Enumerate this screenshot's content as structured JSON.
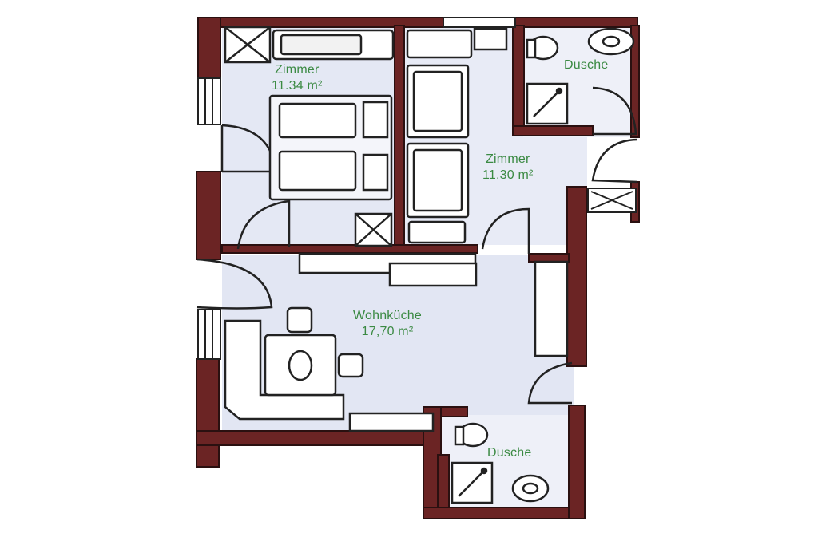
{
  "rooms": [
    {
      "name": "Zimmer",
      "area": "11.34 m²"
    },
    {
      "name": "Dusche"
    },
    {
      "name": "Zimmer",
      "area": "11,30 m²"
    },
    {
      "name": "Wohnküche",
      "area": "17,70 m²"
    },
    {
      "name": "Dusche"
    }
  ],
  "colors": {
    "wall": "#6b2424",
    "wall_stroke": "#2a1010",
    "floor": "#e4e8f4",
    "floor_light": "#eef0f8",
    "furniture_stroke": "#222222",
    "label": "#3b8a43"
  }
}
